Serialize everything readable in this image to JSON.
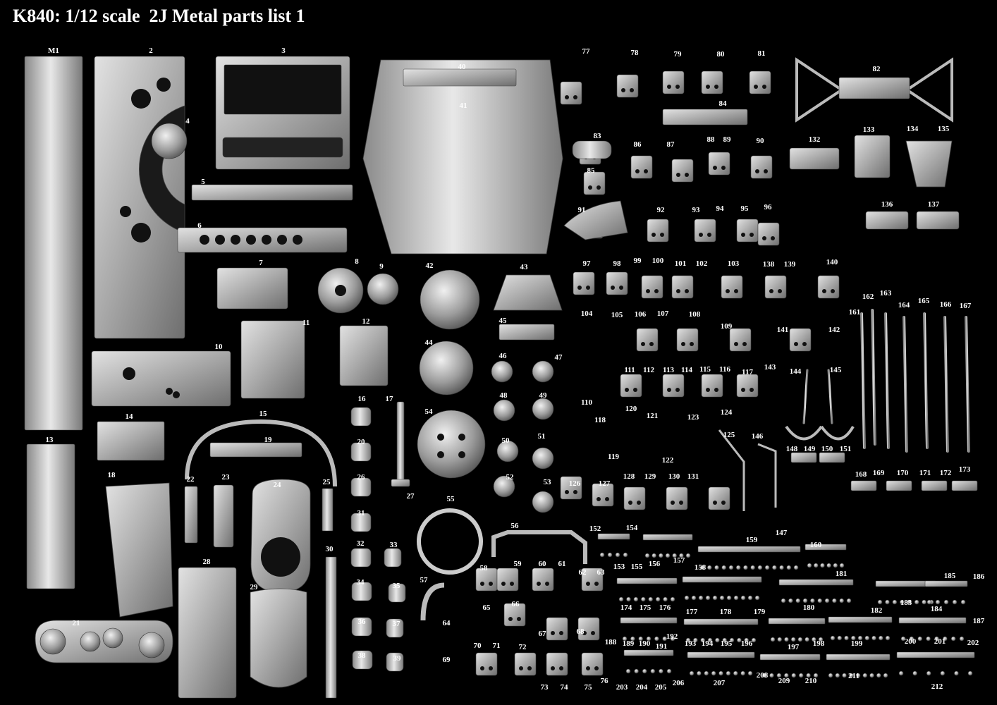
{
  "title": "K840: 1/12 scale  2J Metal parts list 1",
  "part_numbers": [
    "M1",
    "2",
    "3",
    "4",
    "5",
    "6",
    "7",
    "8",
    "9",
    "10",
    "11",
    "12",
    "13",
    "14",
    "15",
    "16",
    "17",
    "18",
    "19",
    "20",
    "21",
    "22",
    "23",
    "24",
    "25",
    "26",
    "27",
    "28",
    "29",
    "30",
    "31",
    "32",
    "33",
    "34",
    "35",
    "36",
    "37",
    "38",
    "39",
    "40",
    "41",
    "42",
    "43",
    "44",
    "45",
    "46",
    "47",
    "48",
    "49",
    "50",
    "51",
    "52",
    "53",
    "54",
    "55",
    "56",
    "57",
    "58",
    "59",
    "60",
    "61",
    "62",
    "63",
    "64",
    "65",
    "66",
    "67",
    "68",
    "69",
    "70",
    "71",
    "72",
    "73",
    "74",
    "75",
    "76",
    "77",
    "78",
    "79",
    "80",
    "81",
    "82",
    "83",
    "84",
    "85",
    "86",
    "87",
    "88",
    "89",
    "90",
    "91",
    "92",
    "93",
    "94",
    "95",
    "96",
    "97",
    "98",
    "99",
    "100",
    "101",
    "102",
    "103",
    "104",
    "105",
    "106",
    "107",
    "108",
    "109",
    "110",
    "111",
    "112",
    "113",
    "114",
    "115",
    "116",
    "117",
    "118",
    "119",
    "120",
    "121",
    "122",
    "123",
    "124",
    "125",
    "126",
    "127",
    "128",
    "129",
    "130",
    "131",
    "132",
    "133",
    "134",
    "135",
    "136",
    "137",
    "138",
    "139",
    "140",
    "141",
    "142",
    "143",
    "144",
    "145",
    "146",
    "147",
    "148",
    "149",
    "150",
    "151",
    "152",
    "153",
    "154",
    "155",
    "156",
    "157",
    "158",
    "159",
    "160",
    "161",
    "162",
    "163",
    "164",
    "165",
    "166",
    "167",
    "168",
    "169",
    "170",
    "171",
    "172",
    "173",
    "174",
    "175",
    "176",
    "177",
    "178",
    "179",
    "180",
    "181",
    "182",
    "183",
    "184",
    "185",
    "186",
    "187",
    "188",
    "189",
    "190",
    "191",
    "192",
    "193",
    "194",
    "195",
    "196",
    "197",
    "198",
    "199",
    "200",
    "201",
    "202",
    "203",
    "204",
    "205",
    "206",
    "207",
    "208",
    "209",
    "210",
    "211",
    "212"
  ]
}
